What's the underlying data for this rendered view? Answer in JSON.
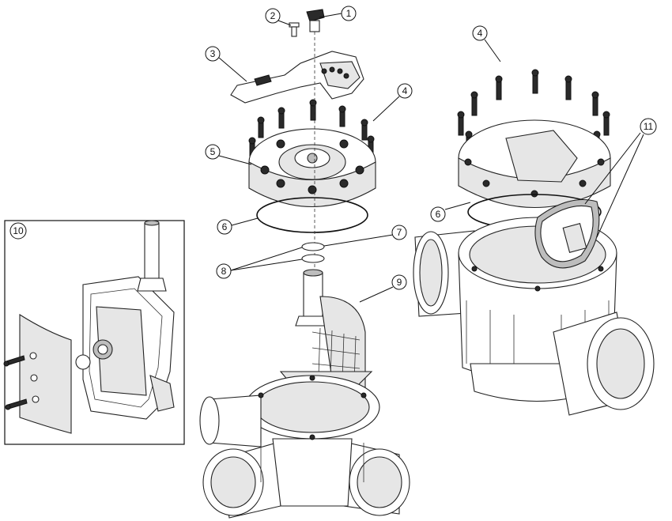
{
  "callouts": {
    "c1": "1",
    "c2": "2",
    "c3": "3",
    "c4a": "4",
    "c4b": "4",
    "c5": "5",
    "c6a": "6",
    "c6b": "6",
    "c7": "7",
    "c8": "8",
    "c9": "9",
    "c10": "10",
    "c11": "11"
  },
  "colors": {
    "line": "#111111",
    "part_fill": "#ffffff",
    "shade": "#e6e6e6",
    "dark": "#2a2a2a"
  }
}
